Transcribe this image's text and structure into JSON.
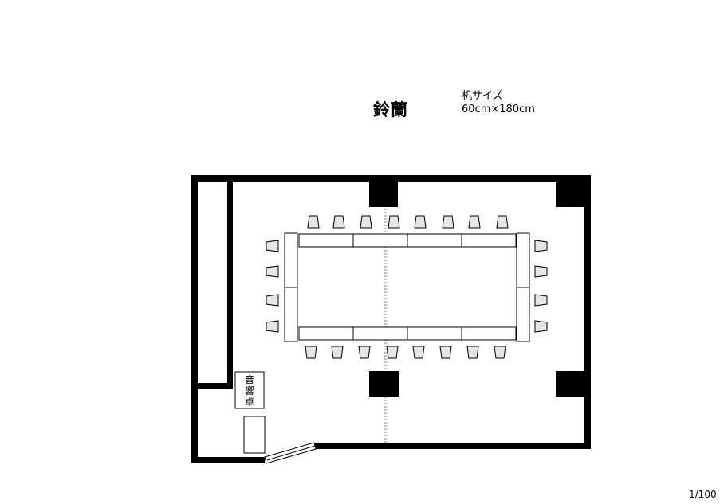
{
  "room": {
    "name": "鈴蘭"
  },
  "desk_size": {
    "label": "机サイズ",
    "value": "60cm×180cm"
  },
  "audio_desk": {
    "chars": [
      "音",
      "響",
      "卓"
    ]
  },
  "scale": "1/100",
  "colors": {
    "wall": "#000000",
    "chair_fill": "#e6e6e6",
    "divider": "#bbbbbb"
  }
}
